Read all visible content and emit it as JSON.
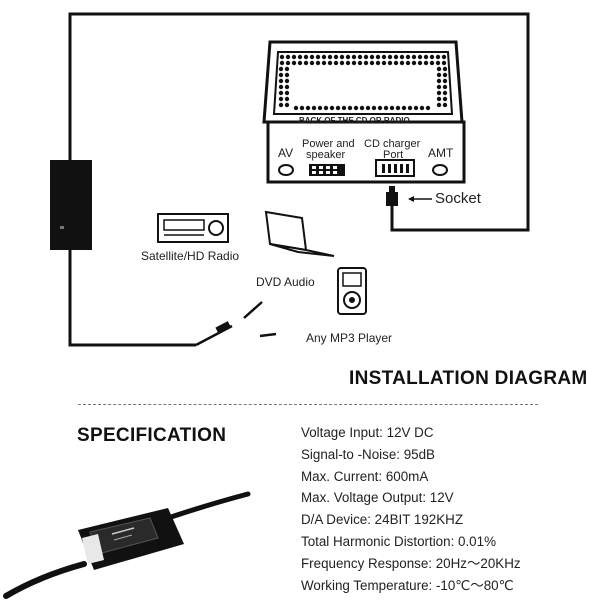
{
  "diagram": {
    "radio_label": "BACK OF THE CD OR RADIO",
    "ports": {
      "av": "AV",
      "power_line1": "Power and",
      "power_line2": "speaker",
      "cd_line1": "CD charger",
      "cd_line2": "Port",
      "amt": "AMT"
    },
    "socket_label": "Socket",
    "devices": {
      "satellite": "Satellite/HD Radio",
      "dvd": "DVD Audio",
      "mp3": "Any MP3 Player"
    }
  },
  "installation_title": "INSTALLATION DIAGRAM",
  "specification": {
    "title": "SPECIFICATION",
    "items": [
      "Voltage Input: 12V DC",
      "Signal-to -Noise: 95dB",
      "Max. Current: 600mA",
      "Max. Voltage Output: 12V",
      "D/A Device: 24BIT 192KHZ",
      "Total Harmonic Distortion: 0.01%",
      "Frequency Response: 20Hz～20KHz",
      "Working Temperature: -10℃～80℃"
    ]
  }
}
